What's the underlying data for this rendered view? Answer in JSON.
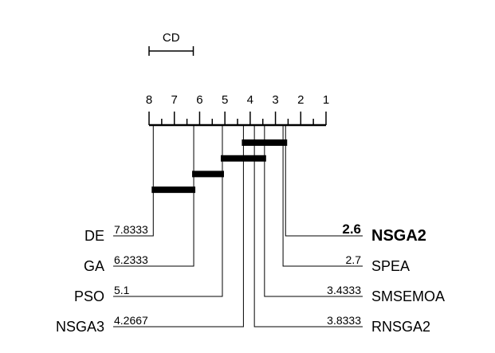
{
  "chart_data": {
    "type": "critical-difference",
    "rank_axis": {
      "min": 1,
      "max": 8,
      "reversed": true,
      "ticks": [
        "1",
        "2",
        "3",
        "4",
        "5",
        "6",
        "7",
        "8"
      ]
    },
    "cd": {
      "label": "CD",
      "value": 1.75
    },
    "methods": [
      {
        "name": "DE",
        "rank": 7.8333,
        "rank_label": "7.8333",
        "side": "left",
        "bold": false
      },
      {
        "name": "GA",
        "rank": 6.2333,
        "rank_label": "6.2333",
        "side": "left",
        "bold": false
      },
      {
        "name": "PSO",
        "rank": 5.1,
        "rank_label": "5.1",
        "side": "left",
        "bold": false
      },
      {
        "name": "NSGA3",
        "rank": 4.2667,
        "rank_label": "4.2667",
        "side": "left",
        "bold": false
      },
      {
        "name": "NSGA2",
        "rank": 2.6,
        "rank_label": "2.6",
        "side": "right",
        "bold": true
      },
      {
        "name": "SPEA",
        "rank": 2.7,
        "rank_label": "2.7",
        "side": "right",
        "bold": false
      },
      {
        "name": "SMSEMOA",
        "rank": 3.4333,
        "rank_label": "3.4333",
        "side": "right",
        "bold": false
      },
      {
        "name": "RNSGA2",
        "rank": 3.8333,
        "rank_label": "3.8333",
        "side": "right",
        "bold": false
      }
    ],
    "cliques": [
      {
        "from": 2.6,
        "to": 4.2667
      },
      {
        "from": 3.4333,
        "to": 5.1
      },
      {
        "from": 5.1,
        "to": 6.2333
      },
      {
        "from": 6.2333,
        "to": 7.8333
      }
    ]
  }
}
